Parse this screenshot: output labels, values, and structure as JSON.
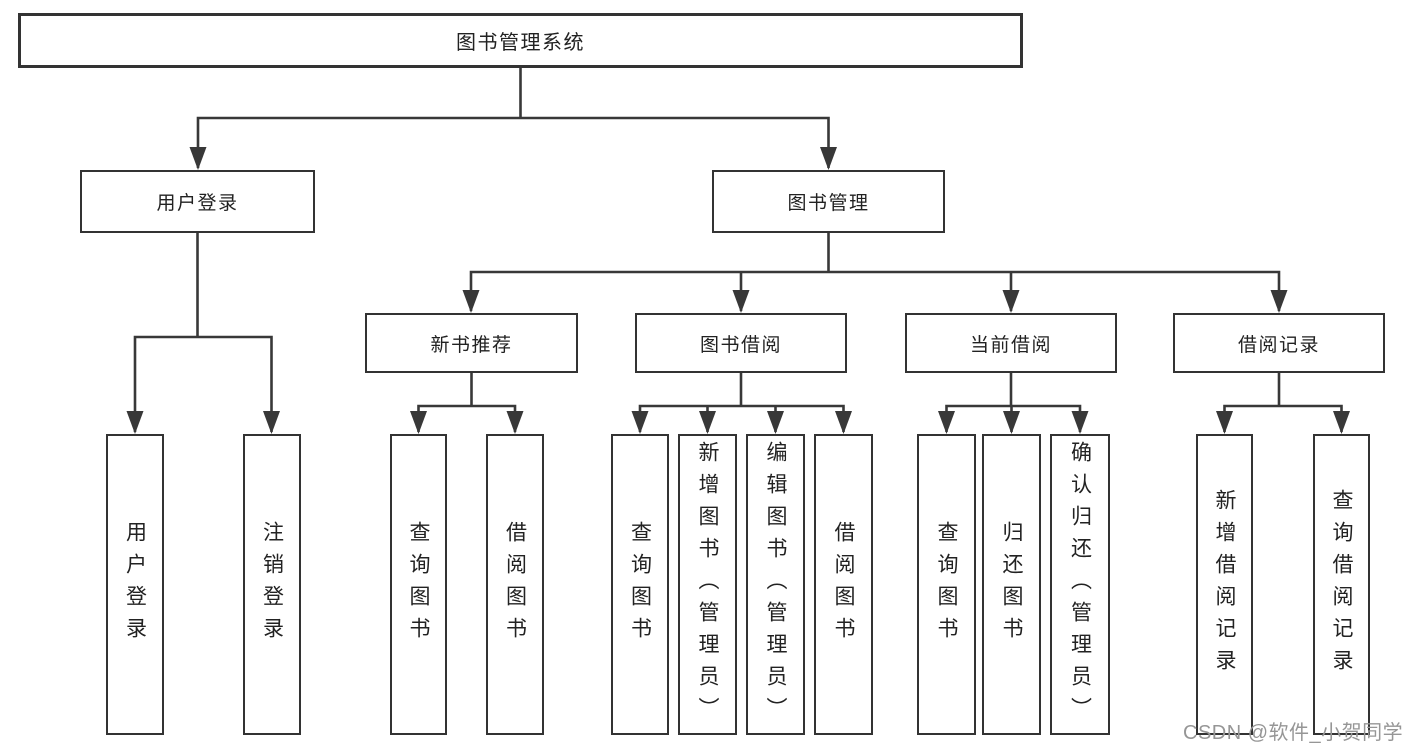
{
  "diagram": {
    "root": {
      "label": "图书管理系统"
    },
    "branches": [
      {
        "label": "用户登录",
        "children": [
          {
            "label": "用户登录"
          },
          {
            "label": "注销登录"
          }
        ]
      },
      {
        "label": "图书管理",
        "groups": [
          {
            "label": "新书推荐",
            "children": [
              {
                "label": "查询图书"
              },
              {
                "label": "借阅图书"
              }
            ]
          },
          {
            "label": "图书借阅",
            "children": [
              {
                "label": "查询图书"
              },
              {
                "label": "新增图书（管理员）"
              },
              {
                "label": "编辑图书（管理员）"
              },
              {
                "label": "借阅图书"
              }
            ]
          },
          {
            "label": "当前借阅",
            "children": [
              {
                "label": "查询图书"
              },
              {
                "label": "归还图书"
              },
              {
                "label": "确认归还（管理员）"
              }
            ]
          },
          {
            "label": "借阅记录",
            "children": [
              {
                "label": "新增借阅记录"
              },
              {
                "label": "查询借阅记录"
              }
            ]
          }
        ]
      }
    ]
  },
  "watermark": {
    "text": "CSDN @软件_小贺同学"
  },
  "colors": {
    "line": "#383838",
    "box_border": "#333333",
    "text": "#222222",
    "watermark": "#969696",
    "background": "#ffffff"
  }
}
